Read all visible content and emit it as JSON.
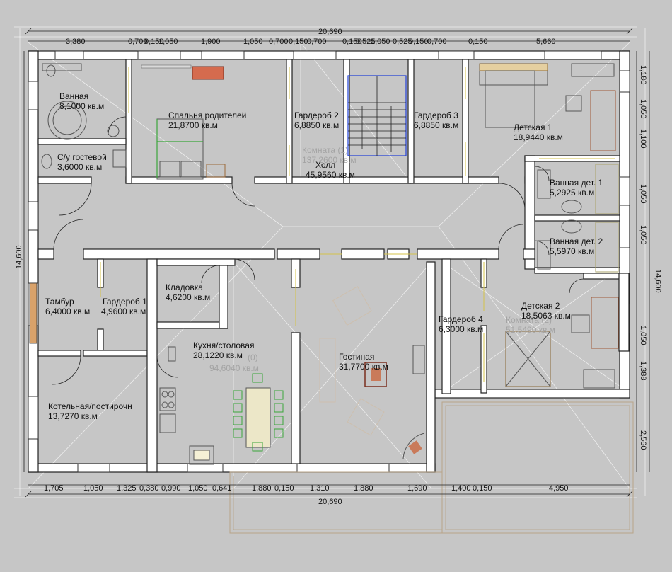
{
  "rooms": [
    {
      "id": "bath",
      "name": "Ванная",
      "area": "8,1000 кв.м"
    },
    {
      "id": "bedroom",
      "name": "Спальня родителей",
      "area": "21,8700 кв.м"
    },
    {
      "id": "wardrobe2",
      "name": "Гардероб 2",
      "area": "6,8850 кв.м"
    },
    {
      "id": "wardrobe3",
      "name": "Гардероб 3",
      "area": "6,8850 кв.м"
    },
    {
      "id": "kids1",
      "name": "Детская 1",
      "area": "18,9440 кв.м"
    },
    {
      "id": "wc",
      "name": "С/у гостевой",
      "area": "3,6000 кв.м"
    },
    {
      "id": "hall",
      "name": "Холл",
      "area": "45,9560 кв.м"
    },
    {
      "id": "bathkids1",
      "name": "Ванная дет. 1",
      "area": "5,2925 кв.м"
    },
    {
      "id": "bathkids2",
      "name": "Ванная дет. 2",
      "area": "5,5970 кв.м"
    },
    {
      "id": "vestibule",
      "name": "Тамбур",
      "area": "6,4000 кв.м"
    },
    {
      "id": "wardrobe1",
      "name": "Гардероб 1",
      "area": "4,9600 кв.м"
    },
    {
      "id": "pantry",
      "name": "Кладовка",
      "area": "4,6200 кв.м"
    },
    {
      "id": "kids2",
      "name": "Детская 2",
      "area": "18,5063 кв.м"
    },
    {
      "id": "wardrobe4",
      "name": "Гардероб 4",
      "area": "6,3000 кв.м"
    },
    {
      "id": "kitchen",
      "name": "Кухня/столовая",
      "area": "28,1220 кв.м"
    },
    {
      "id": "living",
      "name": "Гостиная",
      "area": "31,7700 кв.м"
    },
    {
      "id": "boiler",
      "name": "Котельная/постирочн",
      "area": "13,7270 кв.м"
    }
  ],
  "ghost_labels": {
    "room1_name": "Комната (1)",
    "room1_area": "137,2600 кв.м",
    "room0": "(0)",
    "room0_area": "94,6040 кв.м",
    "room2_name": "Комната (2)",
    "room2_area": "51,5490 кв.м"
  },
  "dimensions": {
    "top_total": "20,690",
    "bottom_total": "20,690",
    "left_total": "14,600",
    "right_total": "14,600",
    "top_segments": [
      "3,380",
      "0,700",
      "0,150",
      "1,050",
      "1,900",
      "1,050",
      "0,700",
      "0,150",
      "0,700",
      "0,150",
      "0,525",
      "1,050",
      "0,525",
      "0,150",
      "0,700",
      "0,150",
      "5,660"
    ],
    "bottom_segments": [
      "1,705",
      "1,050",
      "1,325",
      "0,380",
      "0,990",
      "1,050",
      "0,641",
      "1,880",
      "0,150",
      "1,310",
      "1,880",
      "1,690",
      "1,400",
      "0,150",
      "4,950"
    ],
    "right_segments": [
      "1,180",
      "1,050",
      "1,100",
      "1,050",
      "1,050",
      "1,050",
      "1,388",
      "2,560"
    ]
  },
  "colors": {
    "background": "#c6c6c6",
    "wall": "#ffffff",
    "outline": "#222222",
    "grid": "#ffffff",
    "door": "#d4c34a",
    "stair": "#1f3fd6"
  }
}
